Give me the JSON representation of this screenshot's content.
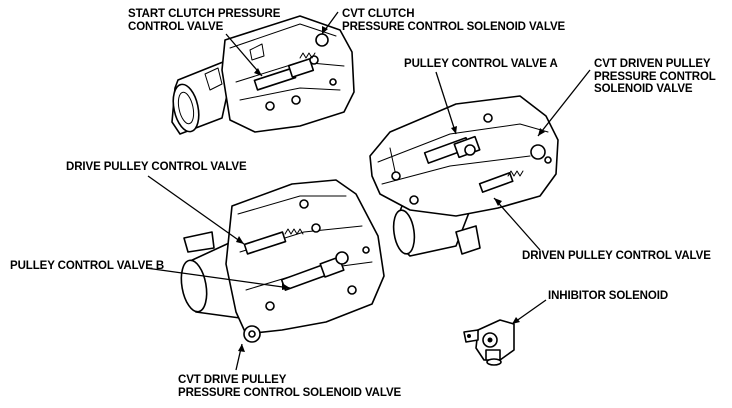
{
  "labels": {
    "start_clutch_valve": "START CLUTCH PRESSURE\nCONTROL VALVE",
    "cvt_clutch_solenoid": "CVT CLUTCH\nPRESSURE CONTROL SOLENOID VALVE",
    "pulley_valve_a": "PULLEY CONTROL VALVE A",
    "cvt_driven_solenoid": "CVT DRIVEN PULLEY\nPRESSURE CONTROL\nSOLENOID VALVE",
    "drive_pulley_valve": "DRIVE PULLEY CONTROL VALVE",
    "pulley_valve_b": "PULLEY CONTROL VALVE B",
    "driven_pulley_valve": "DRIVEN PULLEY CONTROL VALVE",
    "inhibitor_solenoid": "INHIBITOR SOLENOID",
    "cvt_drive_solenoid": "CVT DRIVE PULLEY\nPRESSURE CONTROL SOLENOID VALVE"
  }
}
